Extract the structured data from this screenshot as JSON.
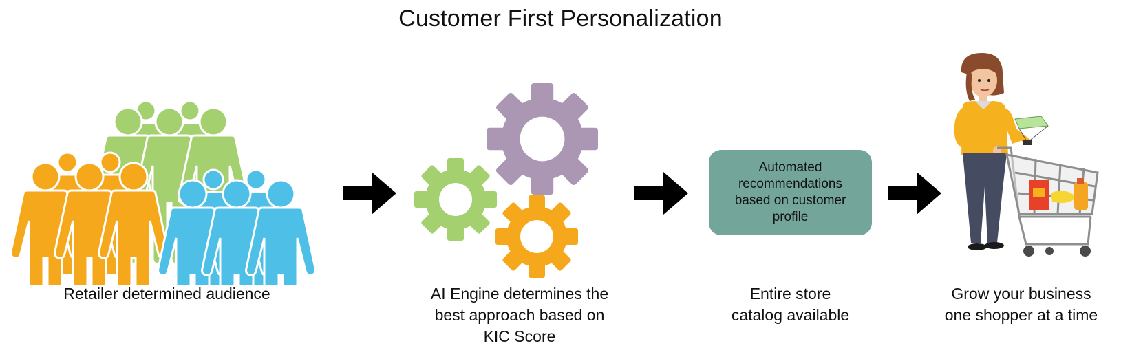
{
  "title": "Customer First Personalization",
  "steps": [
    {
      "caption": "Retailer determined audience",
      "icon": "people-crowd-icon"
    },
    {
      "caption": "AI Engine determines the\nbest approach based on\nKIC Score",
      "icon": "gears-icon"
    },
    {
      "caption": "Entire store\ncatalog available",
      "box_text": "Automated\nrecommendations\nbased on customer\nprofile"
    },
    {
      "caption": "Grow your business\none shopper at a time",
      "icon": "shopper-with-cart-icon"
    }
  ],
  "colors": {
    "green": "#a4d070",
    "orange": "#f6a81c",
    "blue": "#4ebfe6",
    "purple": "#ab97b3",
    "teal_box": "#73a59a",
    "arrow": "#000000"
  }
}
